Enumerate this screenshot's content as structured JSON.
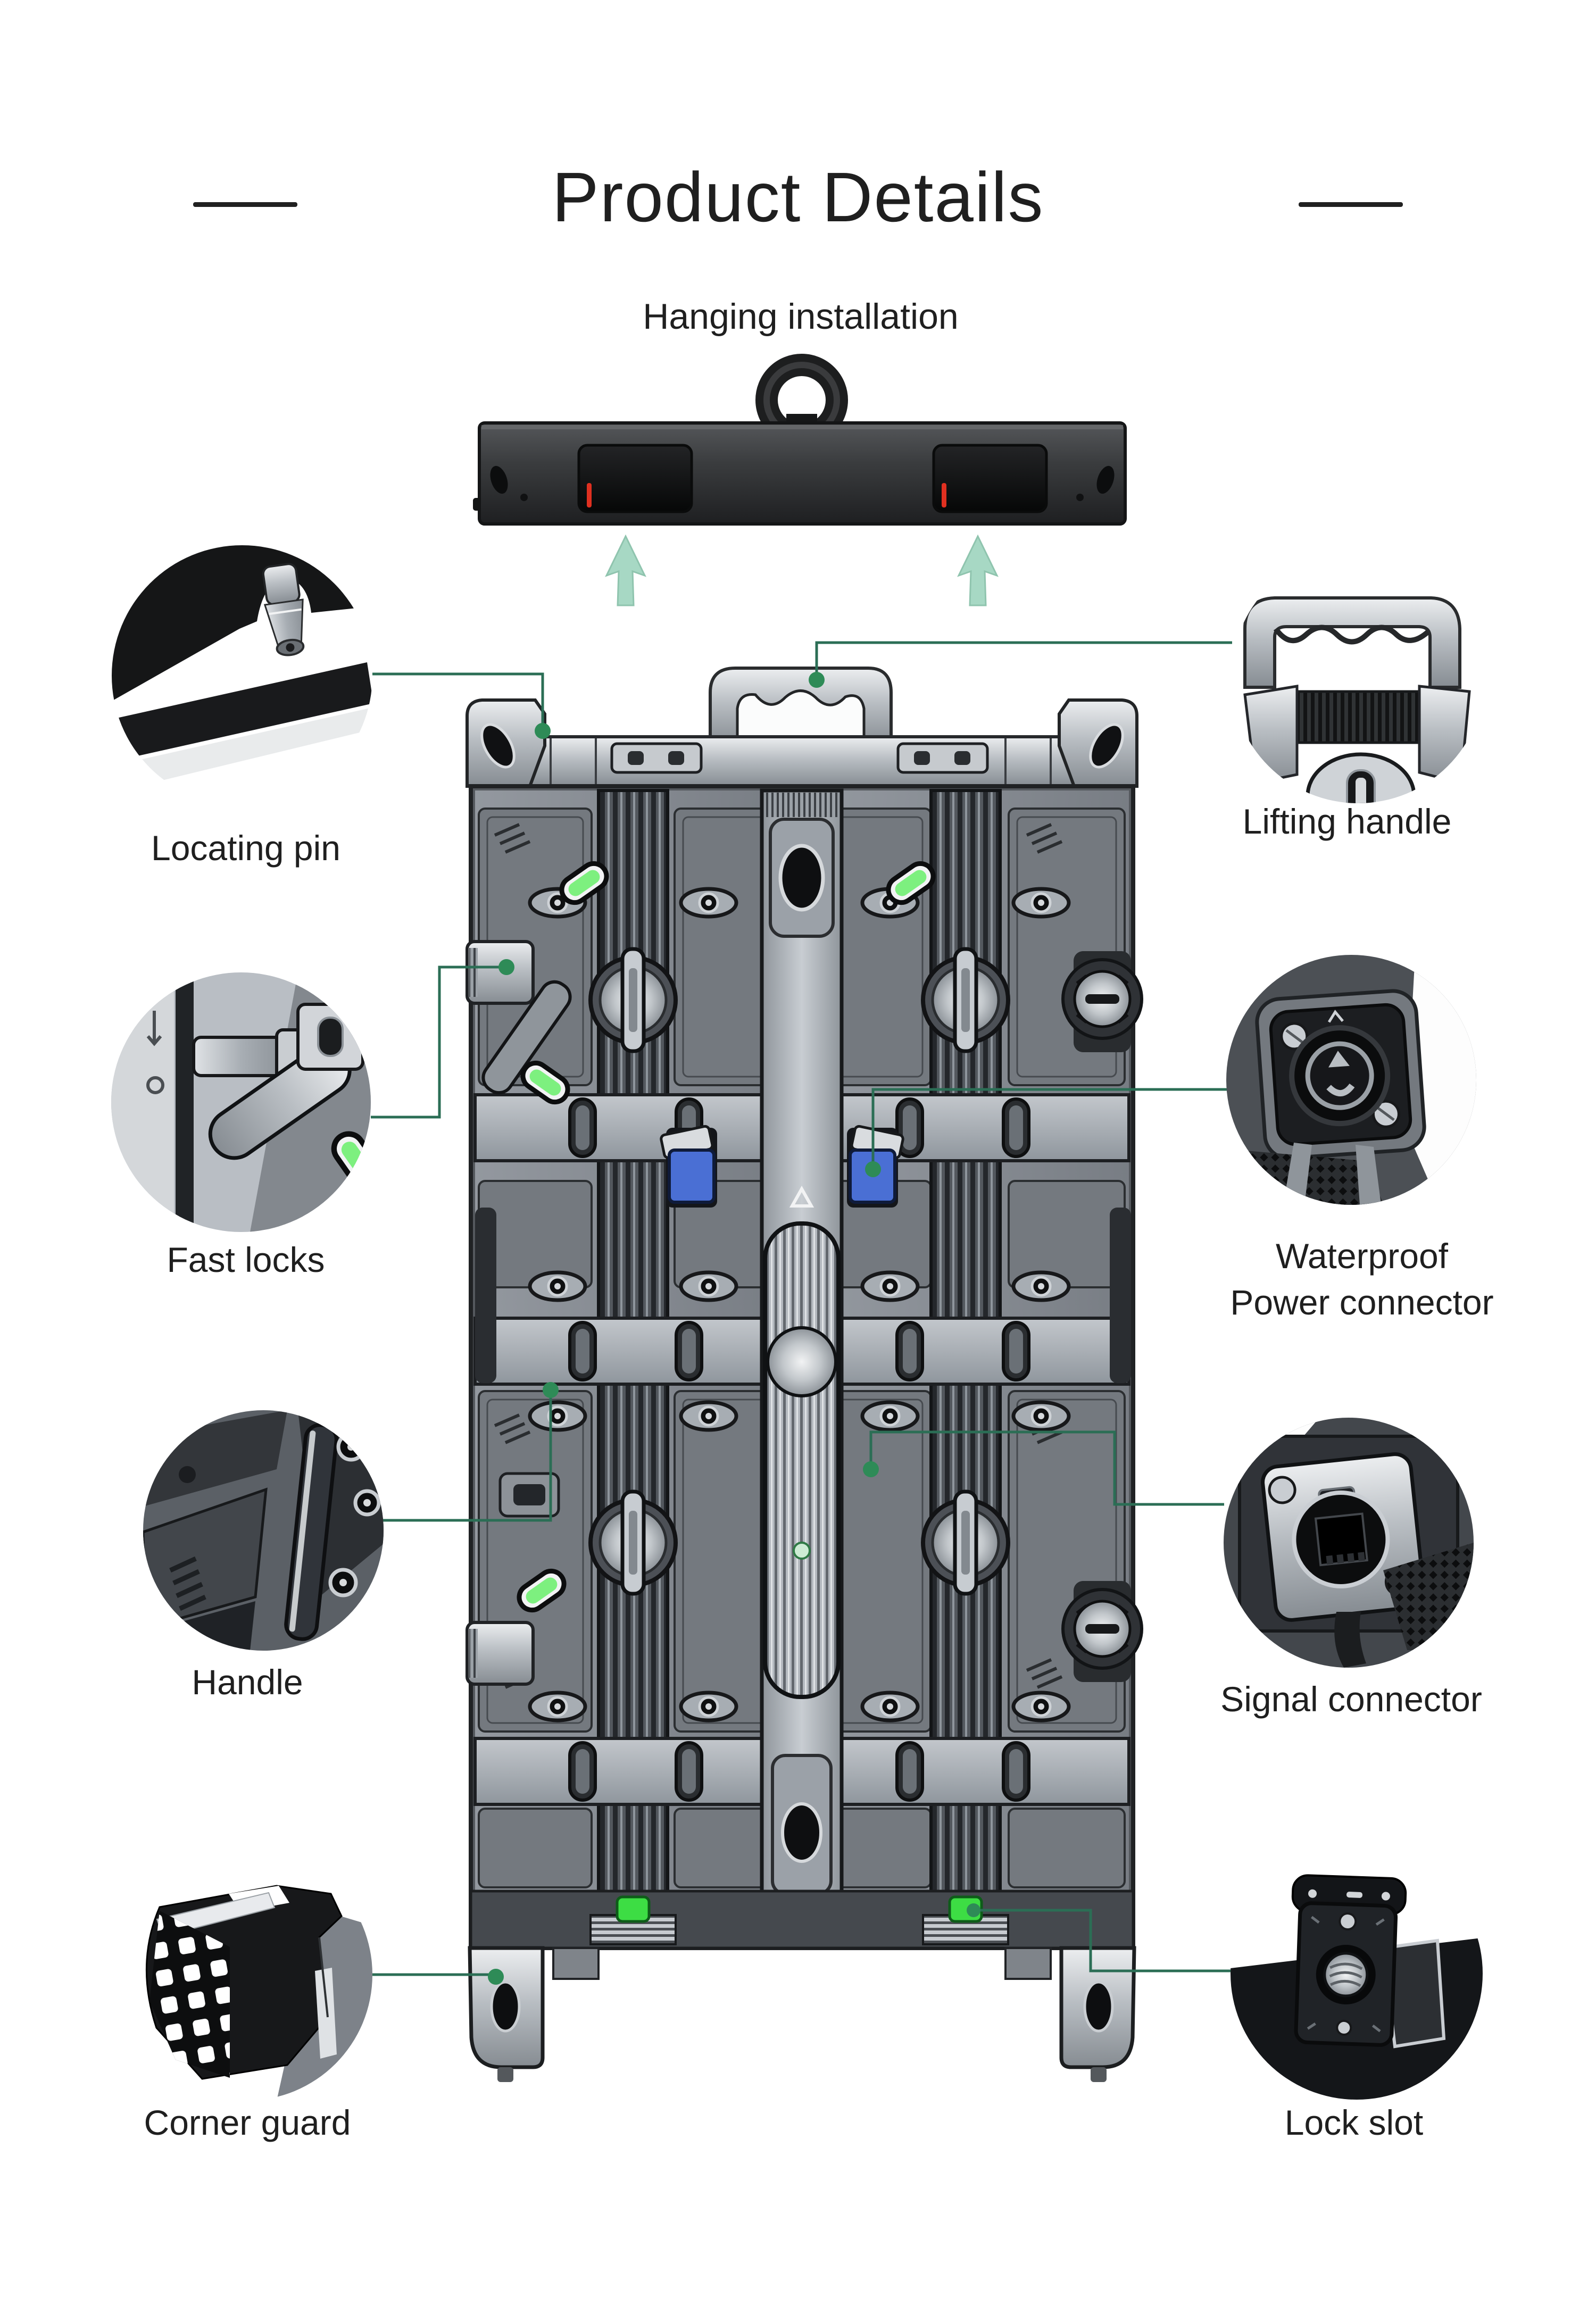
{
  "title": "Product Details",
  "hanging": {
    "label": "Hanging installation"
  },
  "callouts": {
    "locating_pin": {
      "label": "Locating pin"
    },
    "fast_locks": {
      "label": "Fast locks"
    },
    "handle": {
      "label": "Handle"
    },
    "corner_guard": {
      "label": "Corner guard"
    },
    "lifting_handle": {
      "label": "Lifting handle"
    },
    "waterproof_power": {
      "label_line1": "Waterproof",
      "label_line2": "Power connector"
    },
    "signal_connector": {
      "label": "Signal connector"
    },
    "lock_slot": {
      "label": "Lock slot"
    }
  },
  "colors": {
    "text": "#1f1f1f",
    "callout_line": "#2b6e55",
    "accent_green_dot": "#2e8b57",
    "arrow_mint": "#a7d8c4",
    "tab_green": "#3ddd44",
    "pill_green": "#7df07f",
    "connector_blue": "#4a6fd4",
    "indicator_red": "#e03020",
    "led_green": "#cdecd4"
  }
}
